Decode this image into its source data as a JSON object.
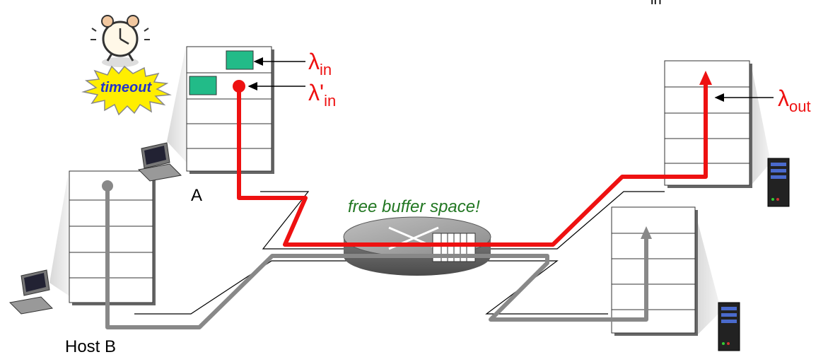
{
  "labels": {
    "lambda_in": "λ",
    "lambda_in_sub": "in",
    "lambda_in_prime": "λ'",
    "lambda_in_prime_sub": "in",
    "lambda_out": "λ",
    "lambda_out_sub": "out",
    "top_cut_sub": "in",
    "host_a": "A",
    "host_b": "Host B",
    "router_note": "free buffer space!",
    "timeout": "timeout"
  },
  "colors": {
    "red_path": "#ee1111",
    "gray_path": "#888888",
    "packet_green": "#22bb88",
    "router_note": "#227722",
    "red_label": "#ee1111",
    "timeout_burst": "#ffee00",
    "timeout_text": "#2233cc"
  },
  "icons": [
    "alarm-clock-icon",
    "timeout-burst-icon",
    "laptop-icon",
    "server-icon"
  ]
}
